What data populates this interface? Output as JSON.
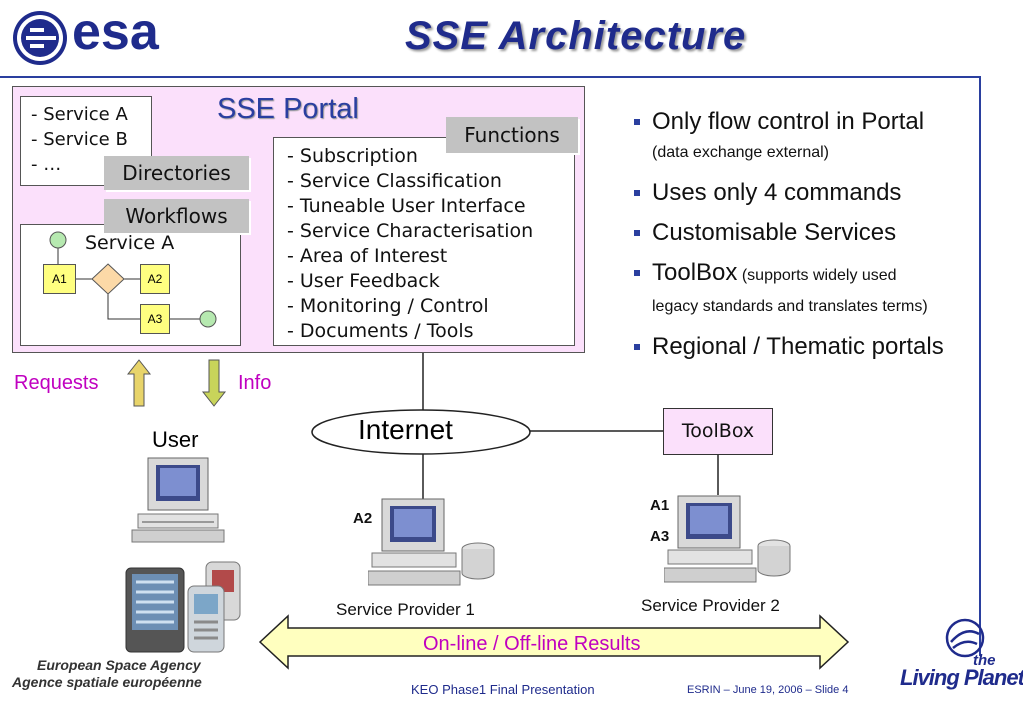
{
  "header": {
    "logo_text": "esa",
    "title": "SSE  Architecture"
  },
  "portal": {
    "title": "SSE Portal",
    "services_list": [
      "- Service A",
      "- Service B",
      "- …"
    ],
    "directories_label": "Directories",
    "workflows_label": "Workflows",
    "functions_label": "Functions",
    "functions_list": [
      "- Subscription",
      "- Service Classification",
      "- Tuneable User Interface",
      "- Service Characterisation",
      "- Area of Interest",
      "- User Feedback",
      "- Monitoring / Control",
      "- Documents / Tools"
    ],
    "workflow": {
      "title": "Service A",
      "nodes": [
        "A1",
        "A2",
        "A3"
      ]
    }
  },
  "bullets": [
    {
      "main": "Only flow control in Portal",
      "sub": "(data exchange external)"
    },
    {
      "main": "Uses only 4 commands",
      "sub": ""
    },
    {
      "main": "Customisable Services",
      "sub": ""
    },
    {
      "main": "ToolBox",
      "inline": " (supports widely used",
      "sub": "legacy standards and translates terms)"
    },
    {
      "main": "Regional / Thematic portals",
      "sub": ""
    }
  ],
  "flow": {
    "requests": "Requests",
    "info": "Info"
  },
  "network": {
    "internet": "Internet",
    "toolbox": "ToolBox",
    "user": "User",
    "provider1": {
      "name": "Service Provider 1",
      "tag": "A2"
    },
    "provider2": {
      "name": "Service Provider 2",
      "tags": [
        "A1",
        "A3"
      ]
    },
    "results": "On-line / Off-line Results"
  },
  "footer": {
    "agency_en": "European Space Agency",
    "agency_fr": "Agence spatiale européenne",
    "center": "KEO Phase1 Final Presentation",
    "right": "ESRIN – June 19, 2006 – Slide 4",
    "brand_small": "the",
    "brand": "Living Planet"
  },
  "colors": {
    "accent": "#1f2b8c",
    "portal_bg": "#fbe0fb",
    "magenta": "#c000c0",
    "arrow_fill": "#ffffbf"
  }
}
